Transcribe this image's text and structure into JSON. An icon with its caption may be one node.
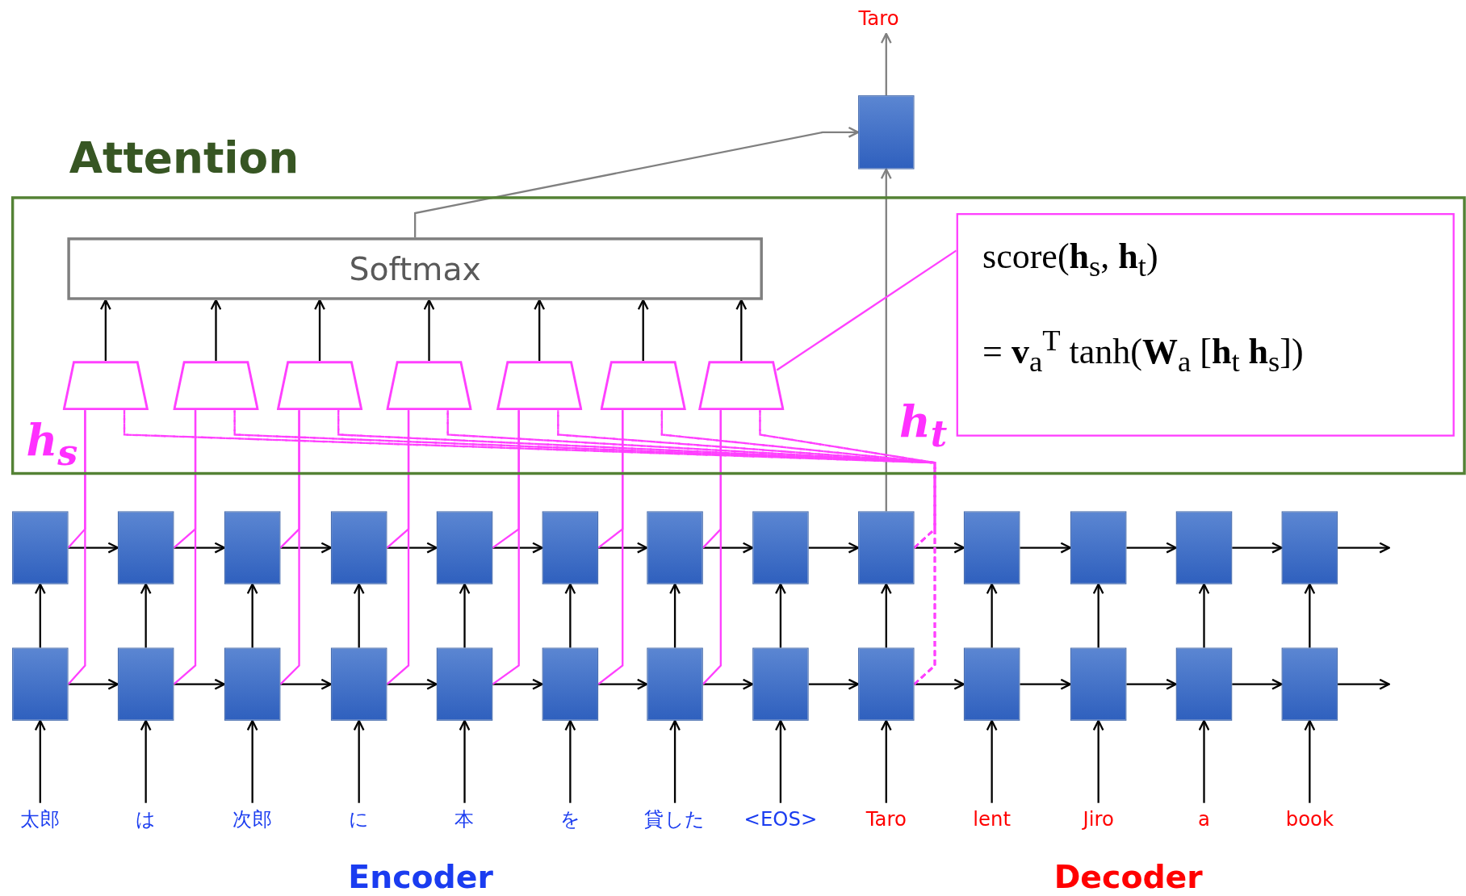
{
  "diagram": {
    "nodes": [
      {
        "text": [
          "Attention"
        ]
      },
      {
        "text": [
          "Softmax"
        ],
        "in": 0
      },
      {
        "text": [],
        "shape": "trapezoid",
        "in": 0
      },
      {
        "text": [],
        "shape": "trapezoid",
        "in": 0
      },
      {
        "text": [],
        "shape": "trapezoid",
        "in": 0
      },
      {
        "text": [],
        "shape": "trapezoid",
        "in": 0
      },
      {
        "text": [],
        "shape": "trapezoid",
        "in": 0
      },
      {
        "text": [],
        "shape": "trapezoid",
        "in": 0
      },
      {
        "text": [],
        "shape": "trapezoid",
        "in": 0
      },
      {
        "text": [
          "score(**h**$_{s}$, **h**$_{t}$)",
          "= **v**$_{a}$$^{T}$ tanh(**W**$_{a}$ [**h**$_{t}$ **h**$_{s}$])"
        ],
        "in": 0
      },
      {
        "text": [],
        "shape": "box"
      },
      {
        "text": [
          "Taro"
        ]
      },
      {
        "text": [],
        "shape": "box"
      },
      {
        "text": [],
        "shape": "box"
      },
      {
        "text": [],
        "shape": "box"
      },
      {
        "text": [],
        "shape": "box"
      },
      {
        "text": [],
        "shape": "box"
      },
      {
        "text": [],
        "shape": "box"
      },
      {
        "text": [],
        "shape": "box"
      },
      {
        "text": [],
        "shape": "box"
      },
      {
        "text": [],
        "shape": "box"
      },
      {
        "text": [],
        "shape": "box"
      },
      {
        "text": [],
        "shape": "box"
      },
      {
        "text": [],
        "shape": "box"
      },
      {
        "text": [],
        "shape": "box"
      },
      {
        "text": [],
        "shape": "box"
      },
      {
        "text": [],
        "shape": "box"
      },
      {
        "text": [],
        "shape": "box"
      },
      {
        "text": [],
        "shape": "box"
      },
      {
        "text": [],
        "shape": "box"
      },
      {
        "text": [],
        "shape": "box"
      },
      {
        "text": [],
        "shape": "box"
      },
      {
        "text": [],
        "shape": "box"
      },
      {
        "text": [],
        "shape": "box"
      },
      {
        "text": [],
        "shape": "box"
      },
      {
        "text": [],
        "shape": "box"
      },
      {
        "text": [],
        "shape": "box"
      },
      {
        "text": [],
        "shape": "box"
      },
      {
        "text": [
          "太郎"
        ]
      },
      {
        "text": [
          "は"
        ]
      },
      {
        "text": [
          "次郎"
        ]
      },
      {
        "text": [
          "に"
        ]
      },
      {
        "text": [
          "本"
        ]
      },
      {
        "text": [
          "を"
        ]
      },
      {
        "text": [
          "貸した"
        ]
      },
      {
        "text": [
          "<EOS>"
        ]
      },
      {
        "text": [
          "Taro"
        ]
      },
      {
        "text": [
          "lent"
        ]
      },
      {
        "text": [
          "Jiro"
        ]
      },
      {
        "text": [
          "a"
        ]
      },
      {
        "text": [
          "book"
        ]
      }
    ],
    "edges": [
      {
        "from": 38,
        "to": 25,
        "arrow": "to"
      },
      {
        "from": 39,
        "to": 26,
        "arrow": "to"
      },
      {
        "from": 40,
        "to": 27,
        "arrow": "to"
      },
      {
        "from": 41,
        "to": 28,
        "arrow": "to"
      },
      {
        "from": 42,
        "to": 29,
        "arrow": "to"
      },
      {
        "from": 43,
        "to": 30,
        "arrow": "to"
      },
      {
        "from": 44,
        "to": 31,
        "arrow": "to"
      },
      {
        "from": 45,
        "to": 32,
        "arrow": "to"
      },
      {
        "from": 46,
        "to": 33,
        "arrow": "to"
      },
      {
        "from": 47,
        "to": 34,
        "arrow": "to"
      },
      {
        "from": 48,
        "to": 35,
        "arrow": "to"
      },
      {
        "from": 49,
        "to": 36,
        "arrow": "to"
      },
      {
        "from": 50,
        "to": 37,
        "arrow": "to"
      },
      {
        "from": 25,
        "to": 12,
        "arrow": "to"
      },
      {
        "from": 26,
        "to": 13,
        "arrow": "to"
      },
      {
        "from": 27,
        "to": 14,
        "arrow": "to"
      },
      {
        "from": 28,
        "to": 15,
        "arrow": "to"
      },
      {
        "from": 29,
        "to": 16,
        "arrow": "to"
      },
      {
        "from": 30,
        "to": 17,
        "arrow": "to"
      },
      {
        "from": 31,
        "to": 18,
        "arrow": "to"
      },
      {
        "from": 32,
        "to": 19,
        "arrow": "to"
      },
      {
        "from": 33,
        "to": 20,
        "arrow": "to"
      },
      {
        "from": 34,
        "to": 21,
        "arrow": "to"
      },
      {
        "from": 35,
        "to": 22,
        "arrow": "to"
      },
      {
        "from": 36,
        "to": 23,
        "arrow": "to"
      },
      {
        "from": 37,
        "to": 24,
        "arrow": "to"
      },
      {
        "from": 25,
        "to": 26,
        "arrow": "to"
      },
      {
        "from": 26,
        "to": 27,
        "arrow": "to"
      },
      {
        "from": 27,
        "to": 28,
        "arrow": "to"
      },
      {
        "from": 28,
        "to": 29,
        "arrow": "to"
      },
      {
        "from": 29,
        "to": 30,
        "arrow": "to"
      },
      {
        "from": 30,
        "to": 31,
        "arrow": "to"
      },
      {
        "from": 31,
        "to": 32,
        "arrow": "to"
      },
      {
        "from": 32,
        "to": 33,
        "arrow": "to"
      },
      {
        "from": 33,
        "to": 34,
        "arrow": "to"
      },
      {
        "from": 34,
        "to": 35,
        "arrow": "to"
      },
      {
        "from": 35,
        "to": 36,
        "arrow": "to"
      },
      {
        "from": 36,
        "to": 37,
        "arrow": "to"
      },
      {
        "from": 37,
        "to": null,
        "arrow": "to"
      },
      {
        "from": 12,
        "to": 13,
        "arrow": "to"
      },
      {
        "from": 13,
        "to": 14,
        "arrow": "to"
      },
      {
        "from": 14,
        "to": 15,
        "arrow": "to"
      },
      {
        "from": 15,
        "to": 16,
        "arrow": "to"
      },
      {
        "from": 16,
        "to": 17,
        "arrow": "to"
      },
      {
        "from": 17,
        "to": 18,
        "arrow": "to"
      },
      {
        "from": 18,
        "to": 19,
        "arrow": "to"
      },
      {
        "from": 19,
        "to": 20,
        "arrow": "to"
      },
      {
        "from": 20,
        "to": 21,
        "arrow": "to"
      },
      {
        "from": 21,
        "to": 22,
        "arrow": "to"
      },
      {
        "from": 22,
        "to": 23,
        "arrow": "to"
      },
      {
        "from": 23,
        "to": 24,
        "arrow": "to"
      },
      {
        "from": 24,
        "to": null,
        "arrow": "to"
      },
      {
        "from": 20,
        "to": 10,
        "arrow": "to",
        "color": "#808080"
      },
      {
        "from": 10,
        "to": 11,
        "arrow": "to",
        "color": "#808080"
      },
      {
        "from": 1,
        "to": 10,
        "arrow": "to",
        "color": "#808080"
      },
      {
        "from": 2,
        "to": 1,
        "arrow": "to"
      },
      {
        "from": 3,
        "to": 1,
        "arrow": "to"
      },
      {
        "from": 4,
        "to": 1,
        "arrow": "to"
      },
      {
        "from": 5,
        "to": 1,
        "arrow": "to"
      },
      {
        "from": 6,
        "to": 1,
        "arrow": "to"
      },
      {
        "from": 7,
        "to": 1,
        "arrow": "to"
      },
      {
        "from": 8,
        "to": 1,
        "arrow": "to"
      },
      {
        "from": 12,
        "to": 2,
        "arrow": "none",
        "color": "#ff40ff"
      },
      {
        "from": 25,
        "to": 2,
        "arrow": "none",
        "color": "#ff40ff"
      },
      {
        "from": 13,
        "to": 3,
        "arrow": "none",
        "color": "#ff40ff"
      },
      {
        "from": 26,
        "to": 3,
        "arrow": "none",
        "color": "#ff40ff"
      },
      {
        "from": 14,
        "to": 4,
        "arrow": "none",
        "color": "#ff40ff"
      },
      {
        "from": 27,
        "to": 4,
        "arrow": "none",
        "color": "#ff40ff"
      },
      {
        "from": 15,
        "to": 5,
        "arrow": "none",
        "color": "#ff40ff"
      },
      {
        "from": 28,
        "to": 5,
        "arrow": "none",
        "color": "#ff40ff"
      },
      {
        "from": 16,
        "to": 6,
        "arrow": "none",
        "color": "#ff40ff"
      },
      {
        "from": 29,
        "to": 6,
        "arrow": "none",
        "color": "#ff40ff"
      },
      {
        "from": 17,
        "to": 7,
        "arrow": "none",
        "color": "#ff40ff"
      },
      {
        "from": 30,
        "to": 7,
        "arrow": "none",
        "color": "#ff40ff"
      },
      {
        "from": 18,
        "to": 8,
        "arrow": "none",
        "color": "#ff40ff"
      },
      {
        "from": 31,
        "to": 8,
        "arrow": "none",
        "color": "#ff40ff"
      },
      {
        "from": 20,
        "to": 2,
        "arrow": "none",
        "style": "dashed",
        "color": "#ff40ff"
      },
      {
        "from": 33,
        "to": 2,
        "arrow": "none",
        "style": "dashed",
        "color": "#ff40ff"
      },
      {
        "from": 20,
        "to": 3,
        "arrow": "none",
        "style": "dashed",
        "color": "#ff40ff"
      },
      {
        "from": 33,
        "to": 3,
        "arrow": "none",
        "style": "dashed",
        "color": "#ff40ff"
      },
      {
        "from": 20,
        "to": 4,
        "arrow": "none",
        "style": "dashed",
        "color": "#ff40ff"
      },
      {
        "from": 33,
        "to": 4,
        "arrow": "none",
        "style": "dashed",
        "color": "#ff40ff"
      },
      {
        "from": 20,
        "to": 5,
        "arrow": "none",
        "style": "dashed",
        "color": "#ff40ff"
      },
      {
        "from": 33,
        "to": 5,
        "arrow": "none",
        "style": "dashed",
        "color": "#ff40ff"
      },
      {
        "from": 20,
        "to": 6,
        "arrow": "none",
        "style": "dashed",
        "color": "#ff40ff"
      },
      {
        "from": 33,
        "to": 6,
        "arrow": "none",
        "style": "dashed",
        "color": "#ff40ff"
      },
      {
        "from": 20,
        "to": 7,
        "arrow": "none",
        "style": "dashed",
        "color": "#ff40ff"
      },
      {
        "from": 33,
        "to": 7,
        "arrow": "none",
        "style": "dashed",
        "color": "#ff40ff"
      },
      {
        "from": 20,
        "to": 8,
        "arrow": "none",
        "style": "dashed",
        "color": "#ff40ff"
      },
      {
        "from": 33,
        "to": 8,
        "arrow": "none",
        "style": "dashed",
        "color": "#ff40ff"
      },
      {
        "from": 8,
        "to": 9,
        "arrow": "none",
        "color": "#ff40ff"
      }
    ],
    "labels": [
      "h$_{t}$",
      "h$_{s}$",
      "Encoder",
      "Decoder"
    ]
  }
}
